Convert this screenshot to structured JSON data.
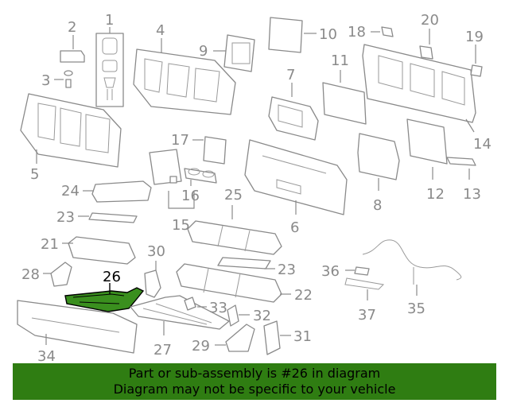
{
  "diagram": {
    "callouts": [
      {
        "id": "1",
        "label": "1"
      },
      {
        "id": "2",
        "label": "2"
      },
      {
        "id": "3",
        "label": "3"
      },
      {
        "id": "4",
        "label": "4"
      },
      {
        "id": "5",
        "label": "5"
      },
      {
        "id": "6",
        "label": "6"
      },
      {
        "id": "7",
        "label": "7"
      },
      {
        "id": "8",
        "label": "8"
      },
      {
        "id": "9",
        "label": "9"
      },
      {
        "id": "10",
        "label": "10"
      },
      {
        "id": "11",
        "label": "11"
      },
      {
        "id": "12",
        "label": "12"
      },
      {
        "id": "13",
        "label": "13"
      },
      {
        "id": "14",
        "label": "14"
      },
      {
        "id": "15",
        "label": "15"
      },
      {
        "id": "16",
        "label": "16"
      },
      {
        "id": "17",
        "label": "17"
      },
      {
        "id": "18",
        "label": "18"
      },
      {
        "id": "19",
        "label": "19"
      },
      {
        "id": "20",
        "label": "20"
      },
      {
        "id": "21",
        "label": "21"
      },
      {
        "id": "22",
        "label": "22"
      },
      {
        "id": "23a",
        "label": "23"
      },
      {
        "id": "23b",
        "label": "23"
      },
      {
        "id": "24",
        "label": "24"
      },
      {
        "id": "25",
        "label": "25"
      },
      {
        "id": "26",
        "label": "26"
      },
      {
        "id": "27",
        "label": "27"
      },
      {
        "id": "28",
        "label": "28"
      },
      {
        "id": "29",
        "label": "29"
      },
      {
        "id": "30",
        "label": "30"
      },
      {
        "id": "31",
        "label": "31"
      },
      {
        "id": "32",
        "label": "32"
      },
      {
        "id": "33",
        "label": "33"
      },
      {
        "id": "34",
        "label": "34"
      },
      {
        "id": "35",
        "label": "35"
      },
      {
        "id": "36",
        "label": "36"
      },
      {
        "id": "37",
        "label": "37"
      }
    ],
    "highlighted_part": "26",
    "colors": {
      "line": "#8a8a8a",
      "highlight": "#3a8f1e",
      "banner": "#2f7d12",
      "label": "#8a8a8a"
    }
  },
  "footer": {
    "line1": "Part or sub-assembly is #26 in diagram",
    "line2": "Diagram may not be specific to your vehicle"
  }
}
